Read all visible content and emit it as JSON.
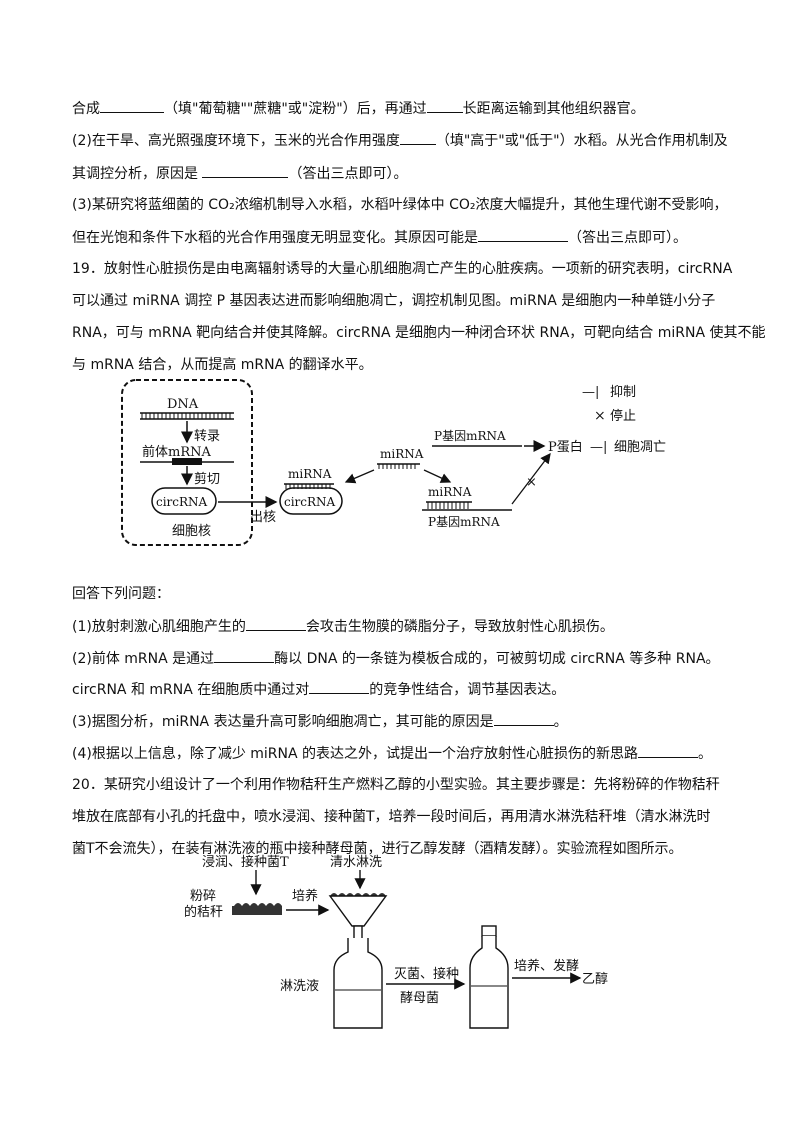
{
  "lines": [
    {
      "pre": "合成",
      "b1": "",
      "mid": "（填\"葡萄糖\"\"蔗糖\"或\"淀粉\"）后，再通过",
      "b2": "",
      "post": "长距离运输到其他组织器官。"
    },
    {
      "pre": "(2)在干旱、高光照强度环境下，玉米的光合作用强度",
      "b1": "",
      "mid": "（填\"高于\"或\"低于\"）水稻。从光合作用机制及"
    },
    {
      "pre": "其调控分析，原因是 ",
      "b1": "",
      "mid": "（答出三点即可）。"
    },
    {
      "pre": "(3)某研究将蓝细菌的 CO₂浓缩机制导入水稻，水稻叶绿体中 CO₂浓度大幅提升，其他生理代谢不受影响，"
    },
    {
      "pre": "但在光饱和条件下水稻的光合作用强度无明显变化。其原因可能是",
      "b1": "",
      "mid": "（答出三点即可）。"
    },
    {
      "pre": "19．放射性心脏损伤是由电离辐射诱导的大量心肌细胞凋亡产生的心脏疾病。一项新的研究表明，circRNA"
    },
    {
      "pre": "可以通过 miRNA 调控 P 基因表达进而影响细胞凋亡，调控机制见图。miRNA 是细胞内一种单链小分子"
    },
    {
      "pre": "RNA，可与 mRNA 靶向结合并使其降解。circRNA 是细胞内一种闭合环状 RNA，可靶向结合 miRNA 使其不能"
    },
    {
      "pre": "与 mRNA 结合，从而提高 mRNA 的翻译水平。"
    },
    {
      "pre": "回答下列问题："
    },
    {
      "pre": "(1)放射刺激心肌细胞产生的",
      "b1": "",
      "mid": "会攻击生物膜的磷脂分子，导致放射性心肌损伤。"
    },
    {
      "pre": "(2)前体 mRNA 是通过",
      "b1": "",
      "mid": "酶以 DNA 的一条链为模板合成的，可被剪切成 circRNA 等多种 RNA。"
    },
    {
      "pre": "circRNA 和 mRNA 在细胞质中通过对",
      "b1": "",
      "mid": "的竞争性结合，调节基因表达。"
    },
    {
      "pre": "(3)据图分析，miRNA 表达量升高可影响细胞凋亡，其可能的原因是",
      "b1": "",
      "mid": "。"
    },
    {
      "pre": "(4)根据以上信息，除了减少 miRNA 的表达之外，试提出一个治疗放射性心脏损伤的新思路",
      "b1": "",
      "mid": "。"
    },
    {
      "pre": "20．某研究小组设计了一个利用作物秸秆生产燃料乙醇的小型实验。其主要步骤是：先将粉碎的作物秸秆"
    },
    {
      "pre": "堆放在底部有小孔的托盘中，喷水浸润、接种菌T，培养一段时间后，再用清水淋洗秸秆堆（清水淋洗时"
    },
    {
      "pre": "菌T不会流失），在装有淋洗液的瓶中接种酵母菌，进行乙醇发酵（酒精发酵）。实验流程如图所示。"
    }
  ],
  "fig1": {
    "dna": "DNA",
    "transcribe": "转录",
    "pre_mrna": "前体mRNA",
    "cut": "剪切",
    "circrna": "circRNA",
    "nucleus": "细胞核",
    "export": "出核",
    "mirna": "miRNA",
    "p_mrna": "P基因mRNA",
    "p_protein": "P蛋白",
    "apoptosis": "细胞凋亡",
    "legend_inhibit": "抑制",
    "legend_stop": "停止",
    "inhibit_symbol": "—|",
    "stop_symbol": "×"
  },
  "fig2": {
    "soak": "浸润、接种菌T",
    "rinse": "清水淋洗",
    "crushed_1": "粉碎",
    "crushed_2": "的秸秆",
    "culture": "培养",
    "wash_liquid": "淋洗液",
    "sterilize_1": "灭菌、接种",
    "sterilize_2": "酵母菌",
    "ferment": "培养、发酵",
    "ethanol": "乙醇"
  }
}
